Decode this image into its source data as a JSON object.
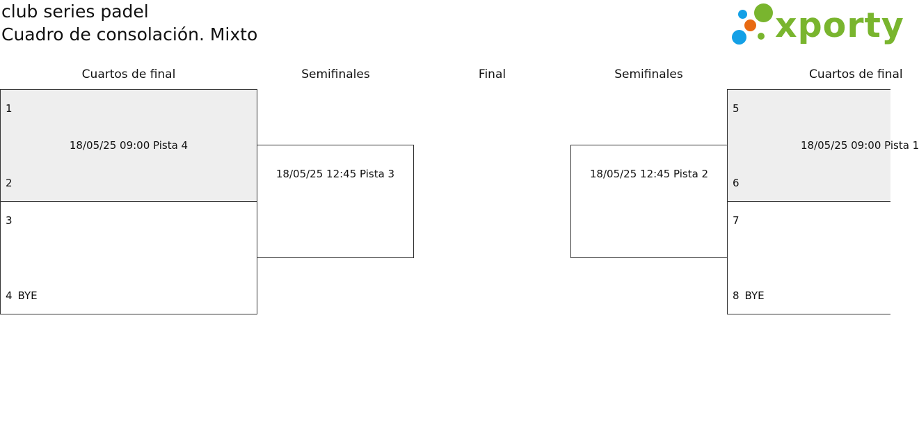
{
  "header": {
    "title_line1": "club series padel",
    "title_line2": "Cuadro de consolación. Mixto"
  },
  "logo": {
    "text": "xporty",
    "colors": {
      "green": "#79b52e",
      "blue": "#14a0e6",
      "orange": "#e86a12"
    }
  },
  "rounds": {
    "left_quarters": "Cuartos de final",
    "left_semis": "Semifinales",
    "final": "Final",
    "right_semis": "Semifinales",
    "right_quarters": "Cuartos de final"
  },
  "matches": {
    "qf1": {
      "seed_top": "1",
      "name_top": "",
      "seed_bottom": "2",
      "name_bottom": "",
      "info": "18/05/25 09:00 Pista 4"
    },
    "qf2": {
      "seed_top": "3",
      "name_top": "",
      "seed_bottom": "4",
      "name_bottom": "BYE",
      "info": ""
    },
    "qf3": {
      "seed_top": "5",
      "name_top": "",
      "seed_bottom": "6",
      "name_bottom": "",
      "info": "18/05/25 09:00 Pista 1"
    },
    "qf4": {
      "seed_top": "7",
      "name_top": "",
      "seed_bottom": "8",
      "name_bottom": "BYE",
      "info": ""
    },
    "sf1": {
      "info": "18/05/25 12:45 Pista 3"
    },
    "sf2": {
      "info": "18/05/25 12:45 Pista 2"
    }
  }
}
